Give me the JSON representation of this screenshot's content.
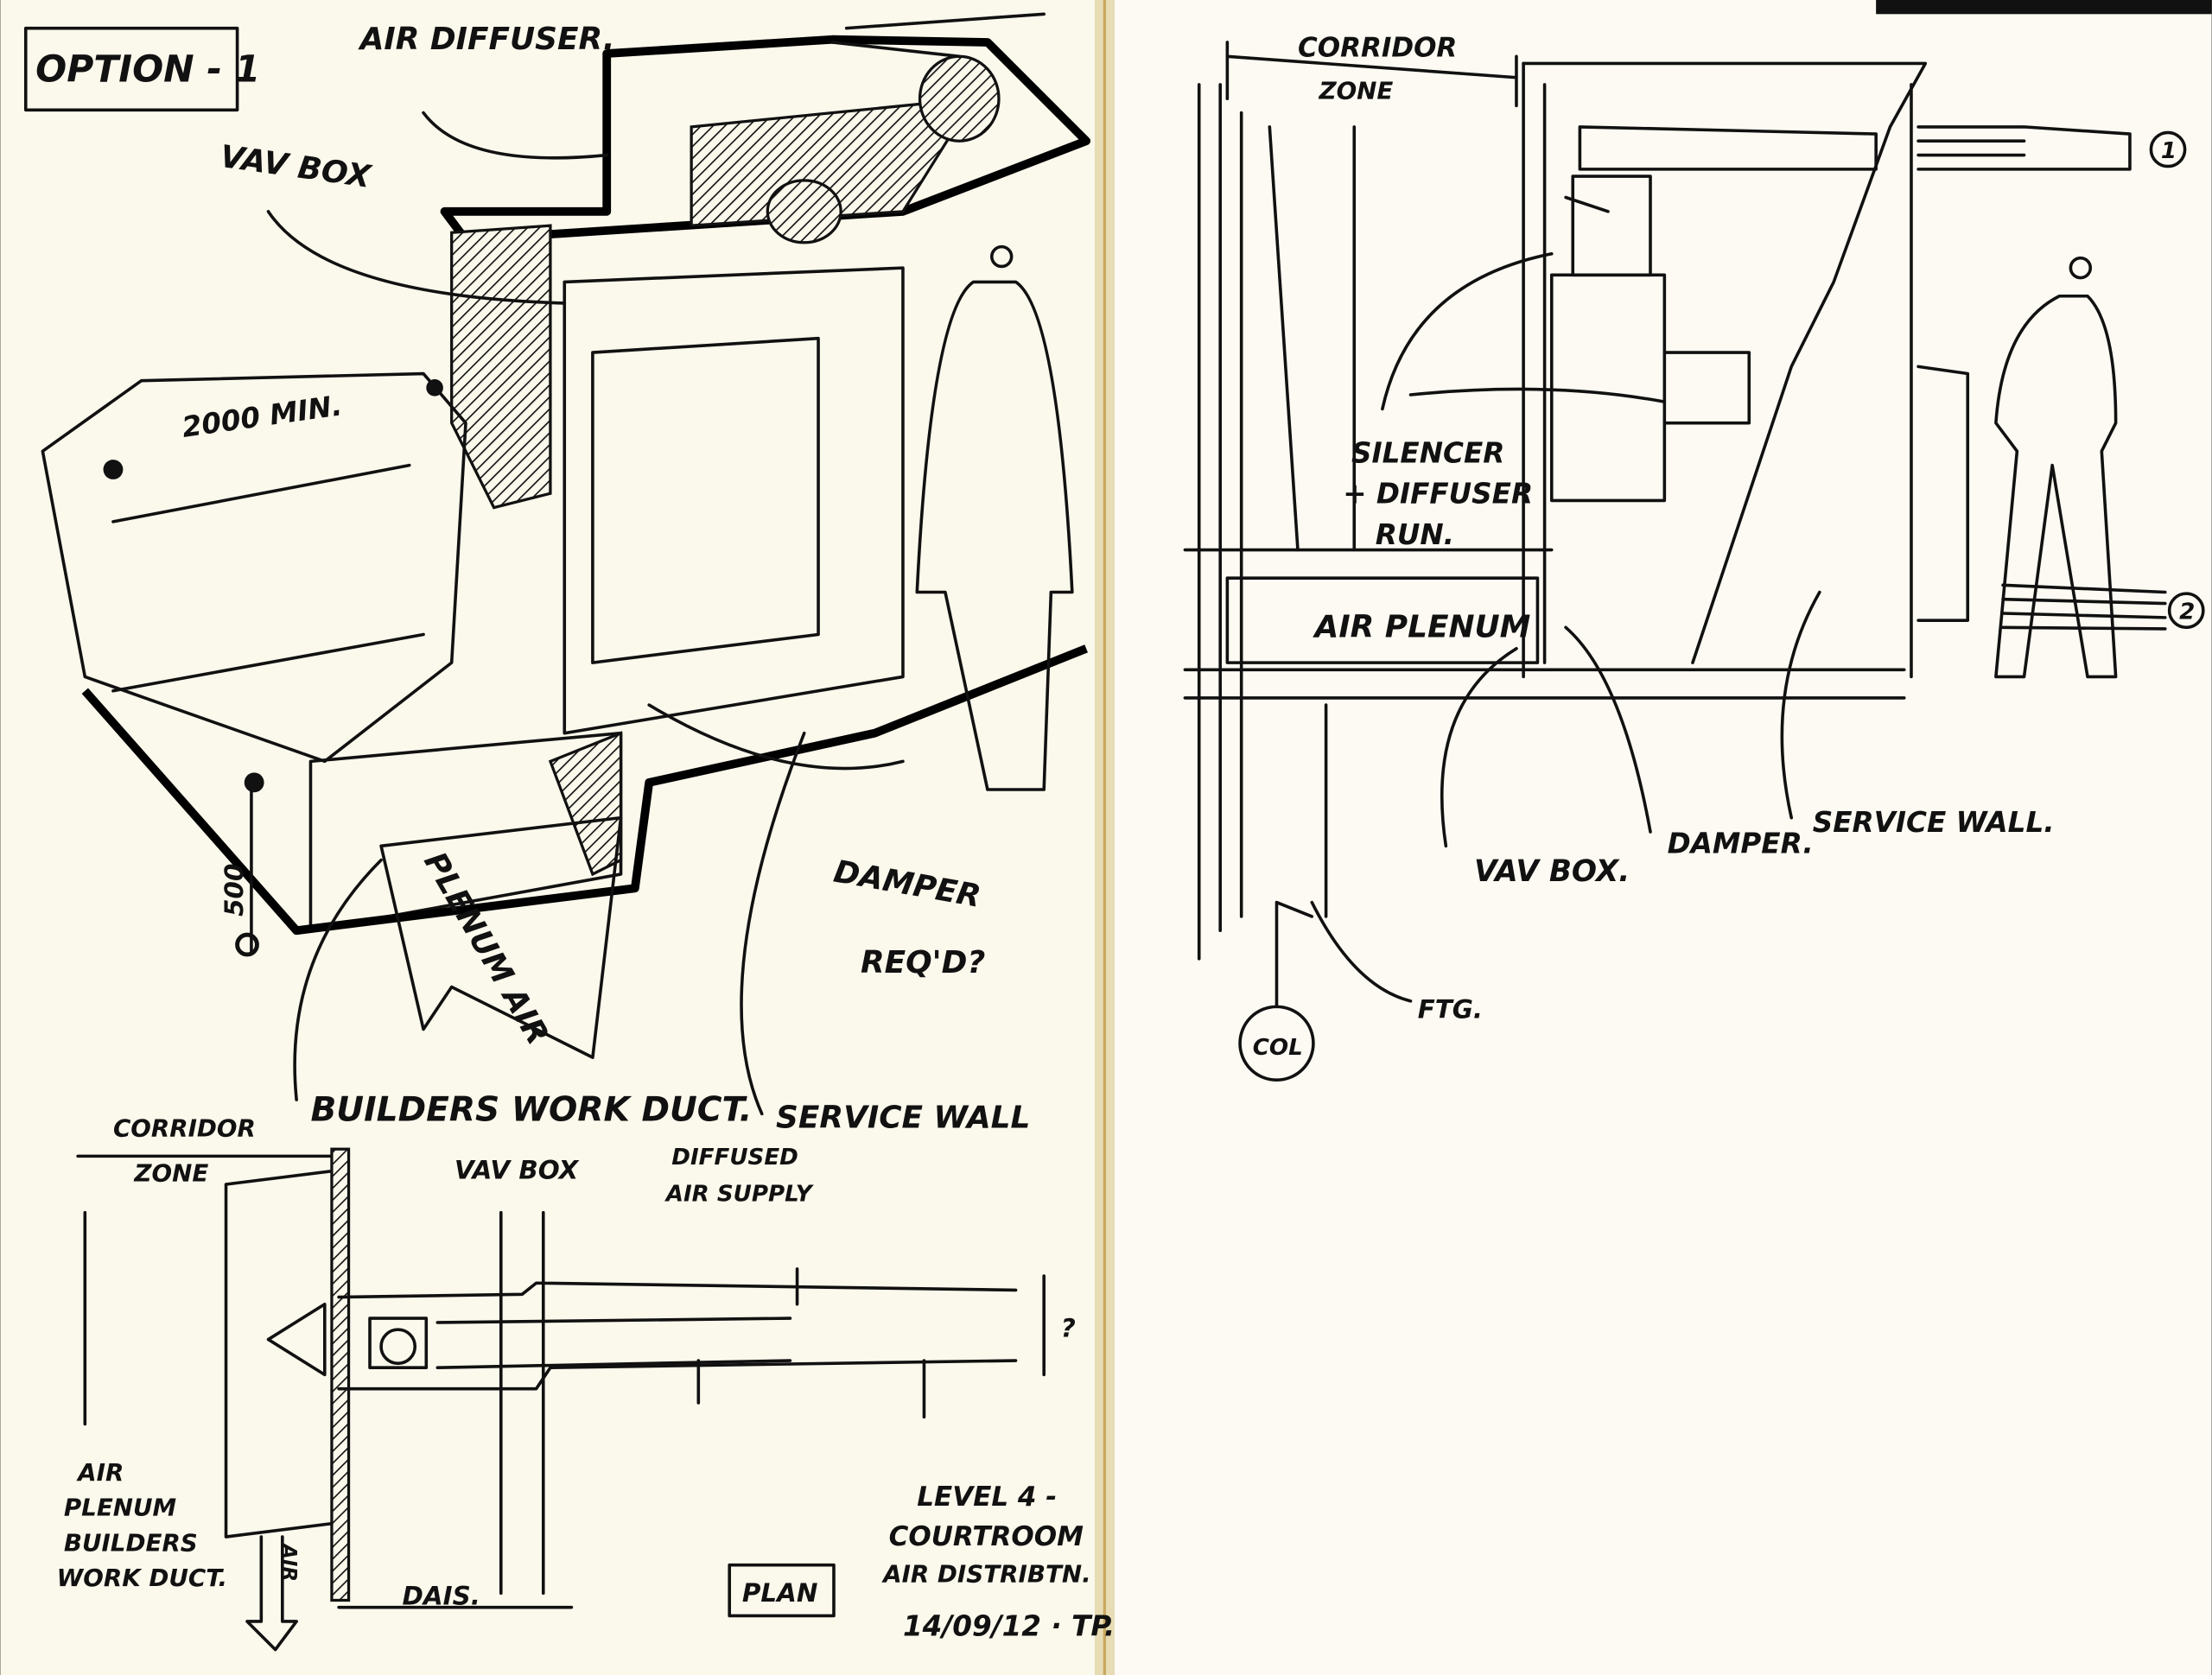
{
  "left_page": {
    "title": "OPTION - 1",
    "labels": {
      "air_diffuser": "AIR DIFFUSER.",
      "vav_box": "VAV BOX",
      "min_width": "2000 MIN.",
      "height_dim": "500",
      "plenum_air": "PLENUM AIR",
      "damper": "DAMPER",
      "damper_reqd": "REQ'D?",
      "builders_work_duct": "BUILDERS WORK DUCT.",
      "service_wall": "SERVICE WALL"
    },
    "plan": {
      "corridor": "CORRIDOR",
      "zone": "ZONE",
      "vav_box": "VAV BOX",
      "diffused": "DIFFUSED",
      "air_supply": "AIR SUPPLY",
      "question": "?",
      "air_plenum_1": "AIR",
      "air_plenum_2": "PLENUM",
      "air_plenum_3": "BUILDERS",
      "air_plenum_4": "WORK DUCT.",
      "air_arrow": "AIR",
      "dais": "DAIS.",
      "plan_tag": "PLAN",
      "level_1": "LEVEL 4 -",
      "level_2": "COURTROOM",
      "level_3": "AIR DISTRIBTN.",
      "date_sign": "14/09/12 · TP."
    }
  },
  "right_page": {
    "labels": {
      "corridor": "CORRIDOR",
      "zone": "ZONE",
      "marker_1": "1",
      "marker_2": "2",
      "silencer_1": "SILENCER",
      "silencer_2": "+ DIFFUSER",
      "silencer_3": "RUN.",
      "air_plenum": "AIR PLENUM",
      "vav_box": "VAV BOX.",
      "damper": "DAMPER.",
      "service_wall": "SERVICE WALL.",
      "col": "COL",
      "ftg": "FTG."
    }
  },
  "colors": {
    "paper": "#fbf8ec",
    "ink": "#111111",
    "spine": "#c9b27a"
  }
}
